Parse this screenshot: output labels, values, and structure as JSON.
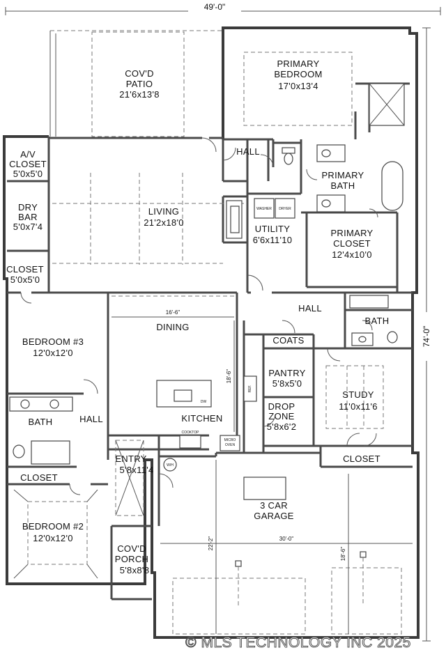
{
  "dimensions": {
    "overall_width": "49'-0\"",
    "overall_depth": "74'-0\"",
    "dining_width": "16'-6\"",
    "kitchen_depth": "18'-6\"",
    "garage_width": "30'-0\"",
    "garage_depth_left": "22'-2\"",
    "garage_depth_right": "18'-6\""
  },
  "rooms": {
    "covd_patio": {
      "line1": "COV'D",
      "line2": "PATIO",
      "size": "21'6x13'8"
    },
    "primary_bedroom": {
      "line1": "PRIMARY",
      "line2": "BEDROOM",
      "size": "17'0x13'4"
    },
    "hall_top": {
      "name": "HALL"
    },
    "av_closet": {
      "line1": "A/V",
      "line2": "CLOSET",
      "size": "5'0x5'0"
    },
    "primary_bath": {
      "line1": "PRIMARY",
      "line2": "BATH"
    },
    "dry_bar": {
      "line1": "DRY",
      "line2": "BAR",
      "size": "5'0x7'4"
    },
    "living": {
      "name": "LIVING",
      "size": "21'2x18'0"
    },
    "utility": {
      "name": "UTILITY",
      "size": "6'6x11'10"
    },
    "primary_closet": {
      "line1": "PRIMARY",
      "line2": "CLOSET",
      "size": "12'4x10'0"
    },
    "closet_left": {
      "name": "CLOSET",
      "size": "5'0x5'0"
    },
    "hall_mid": {
      "name": "HALL"
    },
    "dining": {
      "name": "DINING"
    },
    "bath_right": {
      "name": "BATH"
    },
    "bedroom3": {
      "name": "BEDROOM #3",
      "size": "12'0x12'0"
    },
    "coats": {
      "name": "COATS"
    },
    "pantry": {
      "name": "PANTRY",
      "size": "5'8x5'0"
    },
    "study": {
      "name": "STUDY",
      "size": "11'0x11'6"
    },
    "bath_left": {
      "name": "BATH"
    },
    "hall_left": {
      "name": "HALL"
    },
    "kitchen": {
      "name": "KITCHEN"
    },
    "drop_zone": {
      "line1": "DROP",
      "line2": "ZONE",
      "size": "5'8x6'2"
    },
    "entry": {
      "name": "ENTRY",
      "size": "5'8x11'4"
    },
    "closet_study": {
      "name": "CLOSET"
    },
    "closet_bed2": {
      "name": "CLOSET"
    },
    "garage": {
      "line1": "3 CAR",
      "line2": "GARAGE"
    },
    "bedroom2": {
      "name": "BEDROOM #2",
      "size": "12'0x12'0"
    },
    "covd_porch": {
      "line1": "COV'D",
      "line2": "PORCH",
      "size": "5'8x8'8"
    }
  },
  "appliances": {
    "washer": "WASHER",
    "dryer": "DRYER",
    "ref": "REF.",
    "cooktop": "COOKTOP",
    "micro1": "MICRO",
    "micro2": "OVEN",
    "dw": "DW",
    "wh": "W/H"
  },
  "watermark": "© MLS TECHNOLOGY INC 2025"
}
